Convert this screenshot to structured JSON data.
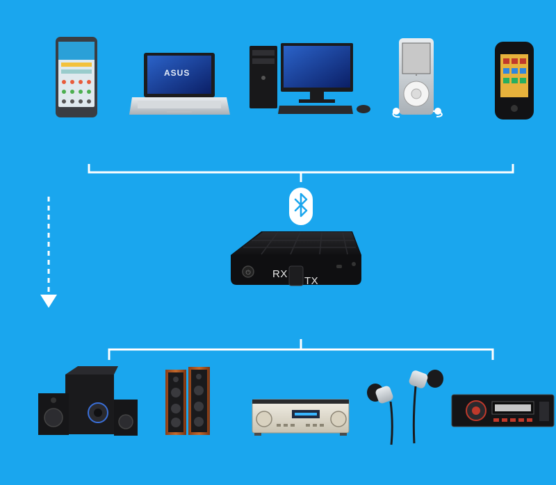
{
  "laptop": {
    "brand": "ASUS"
  },
  "adapter": {
    "rx_label": "RX",
    "tx_label": "TX"
  },
  "icons": {
    "bluetooth": "bluetooth-icon",
    "arrow": "dashed-arrow-down-icon"
  },
  "colors": {
    "background": "#1aa6ee",
    "connector": "#ffffff",
    "device_dark": "#1b1b1d"
  }
}
